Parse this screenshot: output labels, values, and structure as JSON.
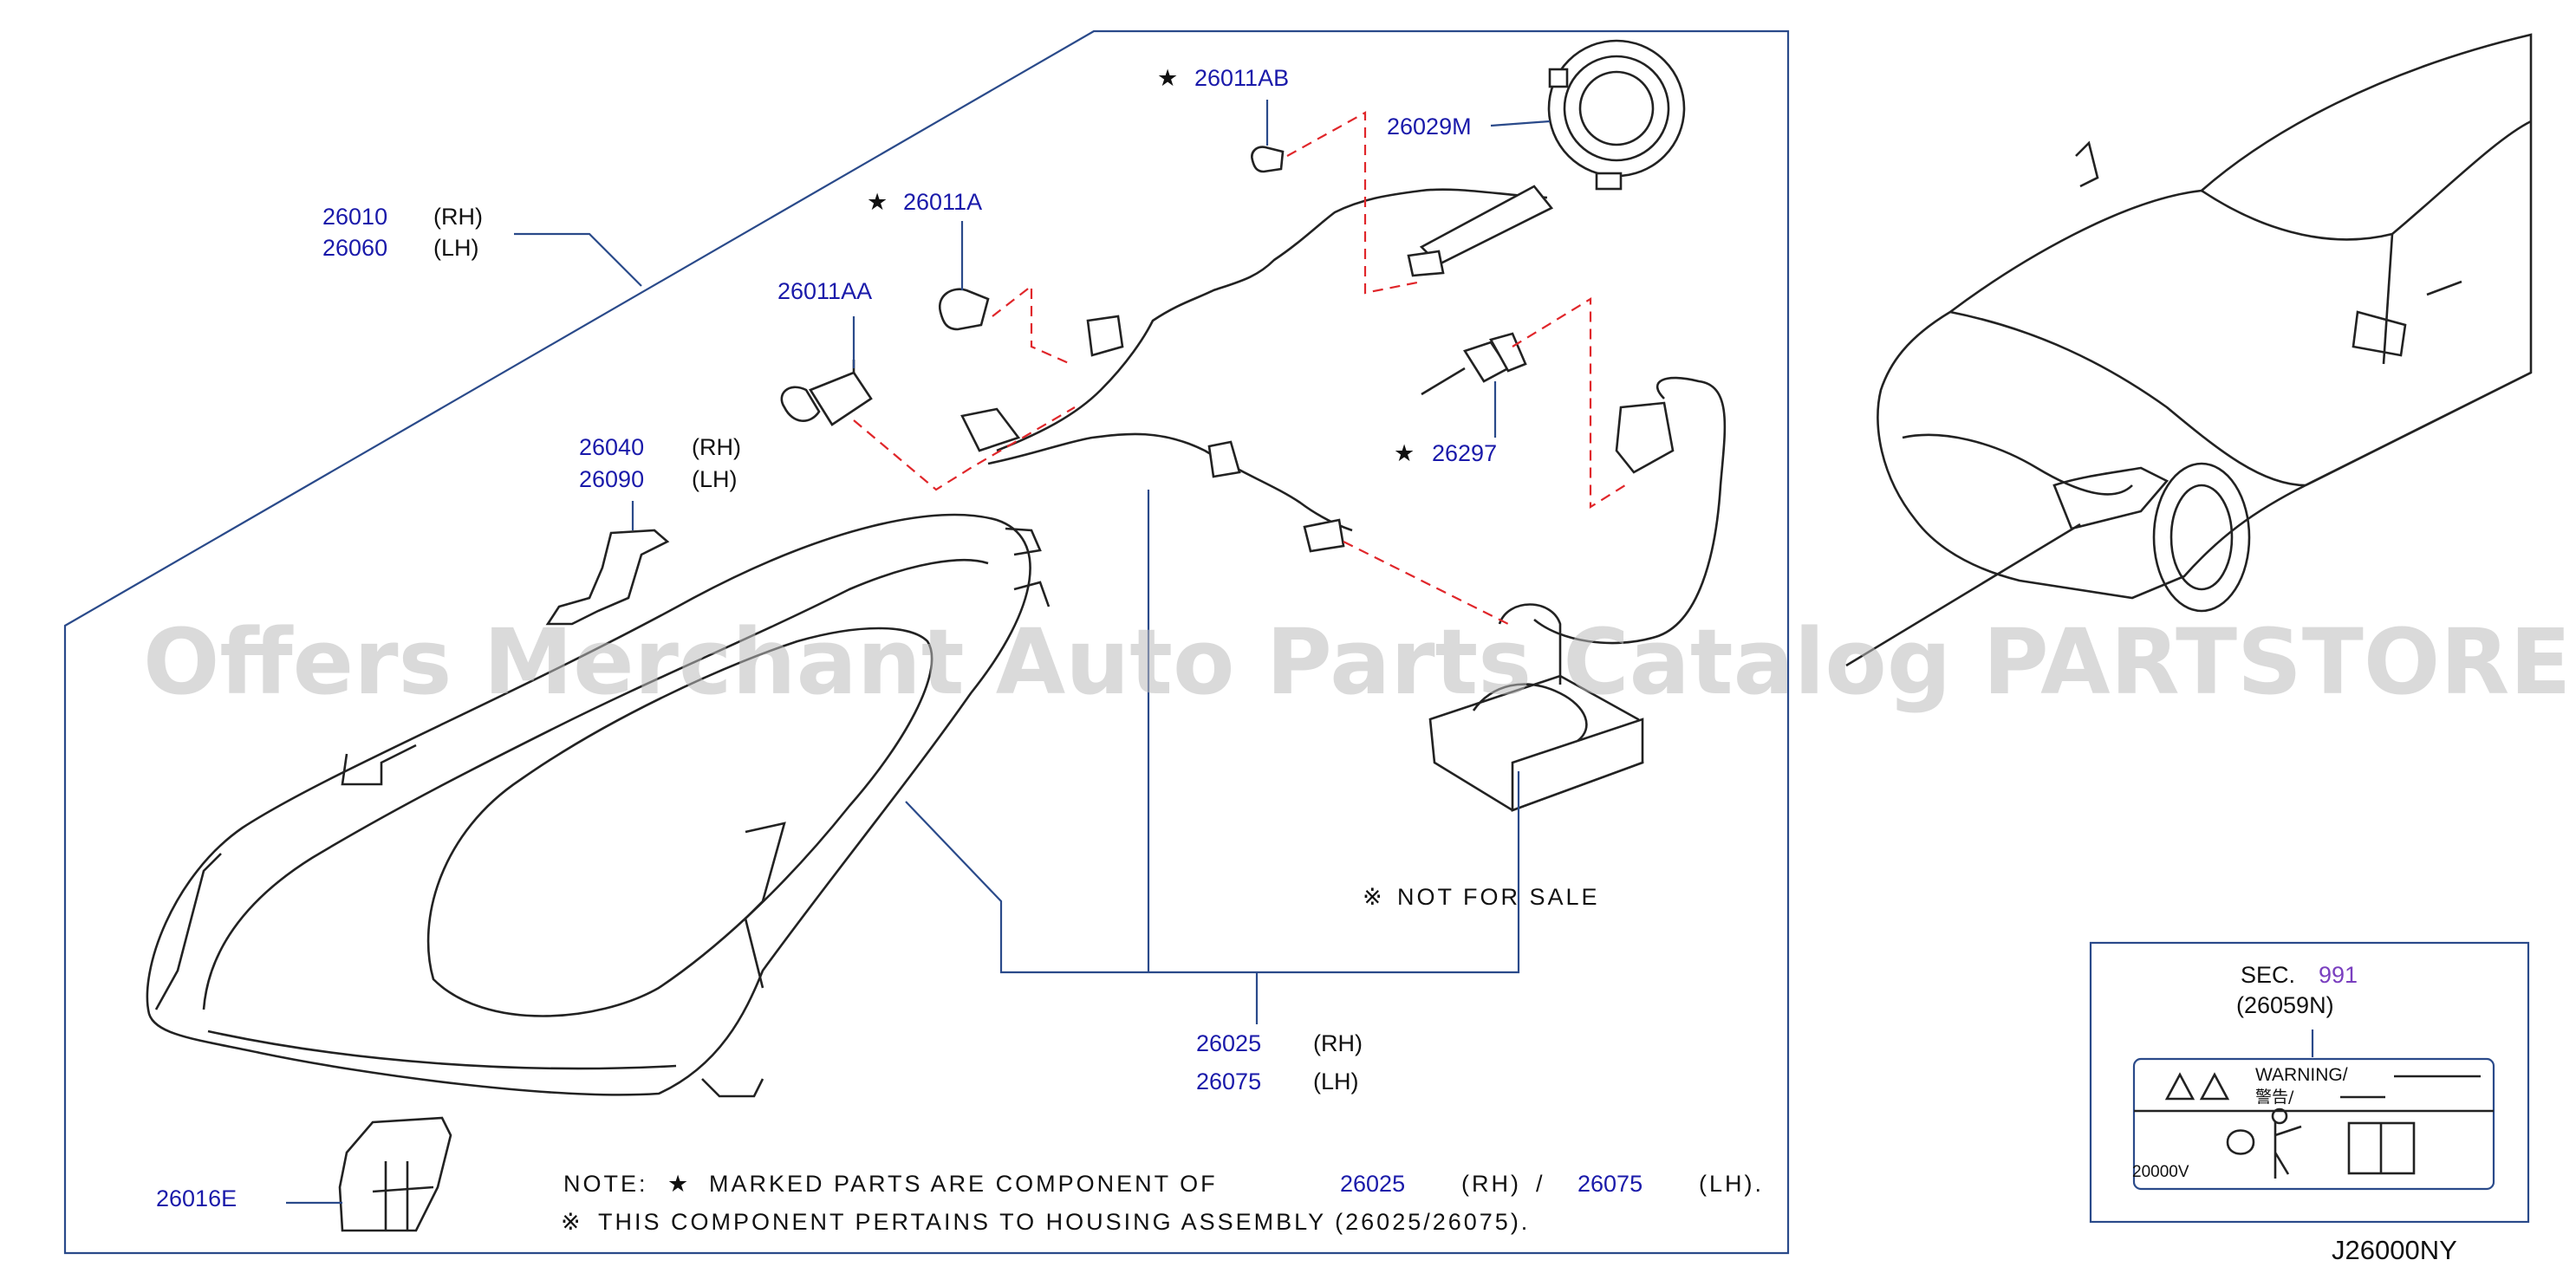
{
  "parts": {
    "headlamp_assy": {
      "rh": "26010",
      "rh_side": "(RH)",
      "lh": "26060",
      "lh_side": "(LH)"
    },
    "bracket": {
      "rh": "26040",
      "rh_side": "(RH)",
      "lh": "26090",
      "lh_side": "(LH)"
    },
    "bulb_26011aa": "26011AA",
    "bulb_26011a": "26011A",
    "bulb_26011ab": "26011AB",
    "cap_26029m": "26029M",
    "bulb_26297": "26297",
    "housing_assy": {
      "rh": "26025",
      "rh_side": "(RH)",
      "lh": "26075",
      "lh_side": "(LH)"
    },
    "cover_26016e": "26016E",
    "star": "★",
    "ref_mark": "※"
  },
  "not_for_sale": "NOT  FOR  SALE",
  "note": {
    "prefix": "NOTE:",
    "marked_text": "MARKED  PARTS  ARE  COMPONENT  OF",
    "rh_part": "26025",
    "rh_side": "(RH)",
    "slash": "/",
    "lh_part": "26075",
    "lh_side": "(LH).",
    "line2": "THIS  COMPONENT  PERTAINS  TO  HOUSING  ASSEMBLY  (26025/26075)."
  },
  "sec_box": {
    "sec_label": "SEC.",
    "sec_number": "991",
    "label_part": "(26059N)",
    "warning_text": "WARNING/",
    "warning_cn": "警告/",
    "voltage": "20000V"
  },
  "diagram_code": "J26000NY",
  "watermark": "Offers Merchant Auto Parts Catalog PARTSTORE.SA",
  "colors": {
    "part_number": "#1a1aaa",
    "dash_line": "#e0262a",
    "sec_number": "#7a3fbf",
    "frame": "#2a4a8a"
  }
}
